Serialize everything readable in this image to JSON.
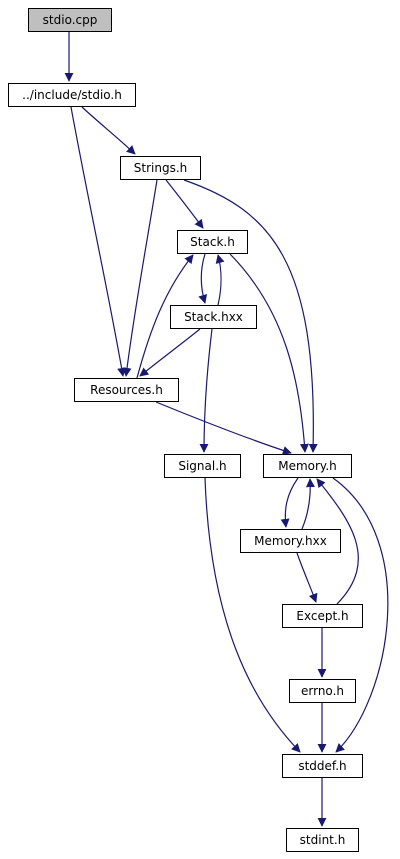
{
  "graph": {
    "colors": {
      "edge": "#191970",
      "node_fill": "#ffffff",
      "root_fill": "#bfbfbf",
      "node_border": "#000000"
    },
    "nodes": [
      {
        "id": "stdio_cpp",
        "label": "stdio.cpp",
        "root": true
      },
      {
        "id": "include_stdio_h",
        "label": "../include/stdio.h"
      },
      {
        "id": "strings_h",
        "label": "Strings.h"
      },
      {
        "id": "stack_h",
        "label": "Stack.h"
      },
      {
        "id": "stack_hxx",
        "label": "Stack.hxx"
      },
      {
        "id": "resources_h",
        "label": "Resources.h"
      },
      {
        "id": "signal_h",
        "label": "Signal.h"
      },
      {
        "id": "memory_h",
        "label": "Memory.h"
      },
      {
        "id": "memory_hxx",
        "label": "Memory.hxx"
      },
      {
        "id": "except_h",
        "label": "Except.h"
      },
      {
        "id": "errno_h",
        "label": "errno.h"
      },
      {
        "id": "stddef_h",
        "label": "stddef.h"
      },
      {
        "id": "stdint_h",
        "label": "stdint.h"
      }
    ],
    "edges": [
      {
        "from": "stdio_cpp",
        "to": "include_stdio_h"
      },
      {
        "from": "include_stdio_h",
        "to": "strings_h"
      },
      {
        "from": "include_stdio_h",
        "to": "resources_h"
      },
      {
        "from": "strings_h",
        "to": "stack_h"
      },
      {
        "from": "strings_h",
        "to": "resources_h"
      },
      {
        "from": "strings_h",
        "to": "memory_h"
      },
      {
        "from": "stack_h",
        "to": "stack_hxx"
      },
      {
        "from": "stack_h",
        "to": "memory_h"
      },
      {
        "from": "stack_hxx",
        "to": "stack_h"
      },
      {
        "from": "stack_hxx",
        "to": "resources_h"
      },
      {
        "from": "stack_hxx",
        "to": "signal_h"
      },
      {
        "from": "resources_h",
        "to": "stack_h"
      },
      {
        "from": "resources_h",
        "to": "memory_h"
      },
      {
        "from": "signal_h",
        "to": "stddef_h"
      },
      {
        "from": "memory_h",
        "to": "memory_hxx"
      },
      {
        "from": "memory_h",
        "to": "stddef_h"
      },
      {
        "from": "memory_hxx",
        "to": "memory_h"
      },
      {
        "from": "memory_hxx",
        "to": "except_h"
      },
      {
        "from": "except_h",
        "to": "memory_h"
      },
      {
        "from": "except_h",
        "to": "errno_h"
      },
      {
        "from": "errno_h",
        "to": "stddef_h"
      },
      {
        "from": "stddef_h",
        "to": "stdint_h"
      }
    ]
  }
}
